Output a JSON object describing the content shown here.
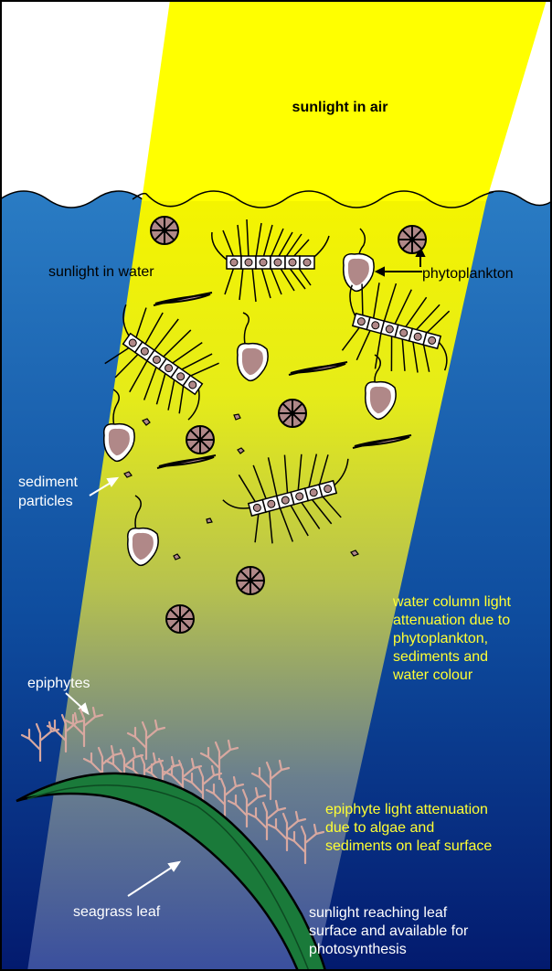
{
  "labels": {
    "sunlight_air": "sunlight in air",
    "sunlight_water": "sunlight in water",
    "phytoplankton": "phytoplankton",
    "sediment_lines": [
      "sediment",
      "particles"
    ],
    "attenuation_water": [
      "water column light",
      "attenuation due to",
      "phytoplankton,",
      "sediments and",
      "water colour"
    ],
    "epiphytes": "epiphytes",
    "attenuation_epiphyte": [
      "epiphyte light attenuation",
      "due to algae and",
      "sediments on leaf surface"
    ],
    "seagrass_leaf": "seagrass leaf",
    "sunlight_leaf": [
      "sunlight reaching leaf",
      "surface and available for",
      "photosynthesis"
    ]
  },
  "colors": {
    "sunlight": "#ffff00",
    "water_top": "#2a7cc4",
    "water_bottom": "#031a6e",
    "plankton_fill": "#b08888",
    "leaf": "#1a7a3a",
    "epiphyte": "#d8a8a0",
    "label_yellow": "#ffff33"
  }
}
